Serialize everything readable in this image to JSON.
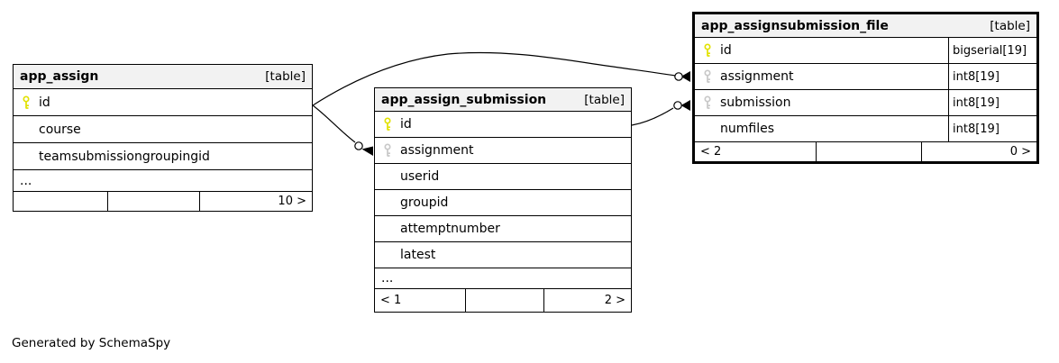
{
  "page": {
    "footer_note": "Generated by SchemaSpy"
  },
  "colors": {
    "background": "#FFFFFF",
    "table_header_bg": "#F2F2F2",
    "table_border": "#000000",
    "primary_key_icon": "#E2E200",
    "foreign_key_icon": "#C8C8C8",
    "edge_line": "#000000"
  },
  "tables": {
    "app_assign": {
      "name": "app_assign",
      "tag": "[table]",
      "columns": [
        {
          "name": "id",
          "key": "pk"
        },
        {
          "name": "course",
          "key": "none"
        },
        {
          "name": "teamsubmissiongroupingid",
          "key": "none"
        }
      ],
      "ellipsis": "...",
      "footer": {
        "left": "",
        "mid": "",
        "right": "10 >"
      }
    },
    "app_assign_submission": {
      "name": "app_assign_submission",
      "tag": "[table]",
      "columns": [
        {
          "name": "id",
          "key": "pk"
        },
        {
          "name": "assignment",
          "key": "fk"
        },
        {
          "name": "userid",
          "key": "none"
        },
        {
          "name": "groupid",
          "key": "none"
        },
        {
          "name": "attemptnumber",
          "key": "none"
        },
        {
          "name": "latest",
          "key": "none"
        }
      ],
      "ellipsis": "...",
      "footer": {
        "left": "< 1",
        "mid": "",
        "right": "2 >"
      }
    },
    "app_assignsubmission_file": {
      "name": "app_assignsubmission_file",
      "tag": "[table]",
      "columns": [
        {
          "name": "id",
          "key": "pk",
          "type": "bigserial[19]"
        },
        {
          "name": "assignment",
          "key": "fk",
          "type": "int8[19]"
        },
        {
          "name": "submission",
          "key": "fk",
          "type": "int8[19]"
        },
        {
          "name": "numfiles",
          "key": "none",
          "type": "int8[19]"
        }
      ],
      "footer": {
        "left": "< 2",
        "mid": "",
        "right": "0 >"
      }
    }
  },
  "relationships": [
    {
      "from": "app_assign.id",
      "to": "app_assignsubmission_file.assignment"
    },
    {
      "from": "app_assign.id",
      "to": "app_assign_submission.assignment"
    },
    {
      "from": "app_assign_submission.id",
      "to": "app_assignsubmission_file.submission"
    }
  ]
}
